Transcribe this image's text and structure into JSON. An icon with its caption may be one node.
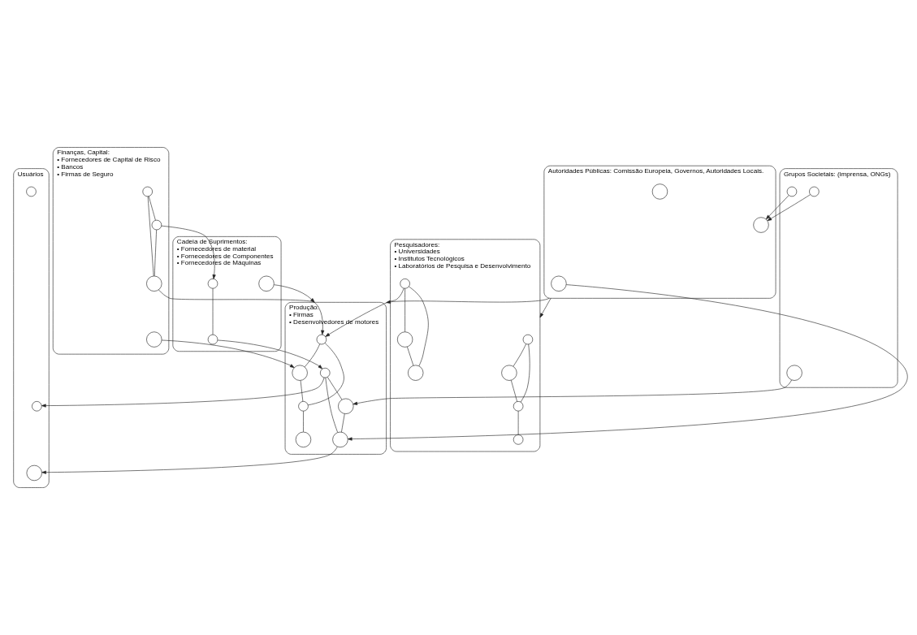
{
  "diagram": {
    "nodes": [
      {
        "text": [
          "Finanças, Capital:",
          "• Fornecedores de Capital de Risco",
          "• Bancos",
          "• Firmas de Seguro"
        ]
      },
      {
        "text": [],
        "shape": "circle",
        "in": 0
      },
      {
        "text": [],
        "shape": "circle",
        "in": 0
      },
      {
        "text": [],
        "shape": "circle",
        "in": 0
      },
      {
        "text": [],
        "shape": "circle",
        "in": 0
      },
      {
        "text": [
          "Cadeia de Suprimentos:",
          "• Fornecedores de material",
          "• Fornecedores de Componentes",
          "• Fornecedores de Máquinas"
        ]
      },
      {
        "text": [],
        "shape": "circle",
        "in": 5
      },
      {
        "text": [],
        "shape": "circle",
        "in": 5
      },
      {
        "text": [],
        "shape": "circle",
        "in": 5
      },
      {
        "text": [
          "Usuários"
        ]
      },
      {
        "text": [],
        "shape": "circle",
        "in": 9
      },
      {
        "text": [],
        "shape": "circle",
        "in": 9
      },
      {
        "text": [],
        "shape": "circle",
        "in": 9
      },
      {
        "text": [
          "Grupos Societais: (imprensa, ONGs)"
        ]
      },
      {
        "text": [],
        "shape": "circle",
        "in": 13
      },
      {
        "text": [],
        "shape": "circle",
        "in": 13
      },
      {
        "text": [],
        "shape": "circle",
        "in": 13
      },
      {
        "text": [
          "Pesquisadores:",
          "• Universidades",
          "• Institutos Tecnológicos",
          "• Laboratórios de Pesquisa e Desenvolvimento"
        ]
      },
      {
        "text": [],
        "shape": "circle",
        "in": 17
      },
      {
        "text": [],
        "shape": "circle",
        "in": 17
      },
      {
        "text": [],
        "shape": "circle",
        "in": 17
      },
      {
        "text": [],
        "shape": "circle",
        "in": 17
      },
      {
        "text": [],
        "shape": "circle",
        "in": 17
      },
      {
        "text": [],
        "shape": "circle",
        "in": 17
      },
      {
        "text": [],
        "shape": "circle",
        "in": 17
      },
      {
        "text": [
          "Produção:",
          "• Firmas",
          "• Desenvolvedores de motores"
        ]
      },
      {
        "text": [],
        "shape": "circle",
        "in": 25
      },
      {
        "text": [],
        "shape": "circle",
        "in": 25
      },
      {
        "text": [],
        "shape": "circle",
        "in": 25
      },
      {
        "text": [],
        "shape": "circle",
        "in": 25
      },
      {
        "text": [],
        "shape": "circle",
        "in": 25
      },
      {
        "text": [],
        "shape": "circle",
        "in": 25
      },
      {
        "text": [],
        "shape": "circle",
        "in": 25
      },
      {
        "text": [
          "Autoridades Públicas: Comissão Europeia, Governos, Autoridades Locais."
        ]
      },
      {
        "text": [],
        "shape": "circle",
        "in": 33
      },
      {
        "text": [],
        "shape": "circle",
        "in": 33
      },
      {
        "text": [],
        "shape": "circle",
        "in": 33
      }
    ],
    "edges": [
      {
        "from": 1,
        "to": 2,
        "arrow": "none"
      },
      {
        "from": 1,
        "to": 3,
        "arrow": "none"
      },
      {
        "from": 2,
        "to": 3,
        "arrow": "none"
      },
      {
        "from": 6,
        "to": 7,
        "arrow": "none"
      },
      {
        "from": 18,
        "to": 19,
        "arrow": "none"
      },
      {
        "from": 18,
        "to": 20,
        "arrow": "none"
      },
      {
        "from": 19,
        "to": 20,
        "arrow": "none"
      },
      {
        "from": 20,
        "to": 21,
        "arrow": "none"
      },
      {
        "from": 22,
        "to": 23,
        "arrow": "none"
      },
      {
        "from": 22,
        "to": 24,
        "arrow": "none"
      },
      {
        "from": 23,
        "to": 24,
        "arrow": "none"
      },
      {
        "from": 26,
        "to": 27,
        "arrow": "none"
      },
      {
        "from": 26,
        "to": 28,
        "arrow": "none"
      },
      {
        "from": 27,
        "to": 28,
        "arrow": "none"
      },
      {
        "from": 28,
        "to": 29,
        "arrow": "none"
      },
      {
        "from": 30,
        "to": 31,
        "arrow": "none"
      },
      {
        "from": 30,
        "to": 32,
        "arrow": "none"
      },
      {
        "from": 31,
        "to": 32,
        "arrow": "none"
      },
      {
        "from": 2,
        "to": 6,
        "arrow": "to"
      },
      {
        "from": 4,
        "to": 27,
        "arrow": "to"
      },
      {
        "from": 3,
        "to": 26,
        "arrow": "to"
      },
      {
        "from": 8,
        "to": 25,
        "arrow": "to"
      },
      {
        "from": 7,
        "to": 30,
        "arrow": "to"
      },
      {
        "from": 22,
        "to": 26,
        "arrow": "to"
      },
      {
        "from": 30,
        "to": 11,
        "arrow": "to"
      },
      {
        "from": 32,
        "to": 12,
        "arrow": "to"
      },
      {
        "from": 14,
        "to": 31,
        "arrow": "to"
      },
      {
        "from": 15,
        "to": 36,
        "arrow": "to"
      },
      {
        "from": 16,
        "to": 36,
        "arrow": "to"
      },
      {
        "from": 33,
        "to": 17,
        "arrow": "to"
      },
      {
        "from": 34,
        "to": 32,
        "arrow": "to"
      },
      {
        "from": 33,
        "to": 25,
        "arrow": "to"
      }
    ]
  }
}
